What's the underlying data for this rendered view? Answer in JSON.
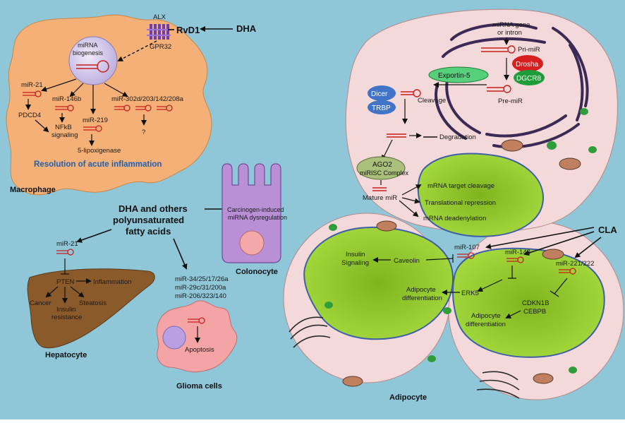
{
  "labels": {
    "alx": "ALX",
    "gpr32": "GPR32",
    "rvd1": "RvD1",
    "dha_top": "DHA",
    "mirna_biogenesis_1": "miRNA",
    "mirna_biogenesis_2": "biogenesis",
    "mir21_mac": "miR-21",
    "mir146b": "miR-146b",
    "mir219": "miR-219",
    "mir302": "miR-302d/203/142/208a",
    "pdcd4": "PDCD4",
    "nfkb_1": "NFkB",
    "nfkb_2": "signaling",
    "lipox": "5-lipoxigenase",
    "question": "?",
    "resolution": "Resolution of acute inflammation",
    "macrophage": "Macrophage",
    "dha_main_1": "DHA and others",
    "dha_main_2": "polyunsaturated",
    "dha_main_3": "fatty acids",
    "carcino_1": "Carcinogen-induced",
    "carcino_2": "miRNA dysregulation",
    "colonocyte": "Colonocyte",
    "mir21_hep": "miR-21",
    "pten": "PTEN",
    "inflammation": "Inflammation",
    "cancer": "Cancer",
    "steatosis": "Steatosis",
    "insulin_res_1": "Insulin",
    "insulin_res_2": "resistance",
    "hepatocyte": "Hepatocyte",
    "glioma_mir_1": "miR-34/25/17/26a",
    "glioma_mir_2": "miR-29c/31/200a",
    "glioma_mir_3": "miR-206/323/140",
    "apoptosis": "Apoptosis",
    "glioma": "Glioma cells",
    "mirna_gene_1": "miRNA gene",
    "mirna_gene_2": "or intron",
    "pri_mir": "Pri-miR",
    "drosha": "Drosha",
    "dgcr8": "DGCR8",
    "exportin": "Exportin-5",
    "pre_mir": "Pre-miR",
    "dicer": "Dicer",
    "trbp": "TRBP",
    "cleavage": "Cleavage",
    "degradation": "Degradation",
    "ago2": "AGO2",
    "mirisc": "miRISC Complex",
    "mature_mir": "Mature miR",
    "mrna_cleavage": "mRNA target cleavage",
    "trans_rep": "Translational repression",
    "mrna_dead": "mRNA deadenylation",
    "cla": "CLA",
    "mir107": "miR-107",
    "mir143": "miR-143",
    "mir221": "miR-221/222",
    "insulin_sig_1": "Insulin",
    "insulin_sig_2": "Signaling",
    "caveolin": "Caveolin",
    "erk5": "ERK5",
    "adipo_diff_a1": "Adipocyte",
    "adipo_diff_a2": "differentiation",
    "cdkn1b": "CDKN1B",
    "cebpb": "CEBPB",
    "adipo_diff_b1": "Adipocyte",
    "adipo_diff_b2": "differentiation",
    "adipocyte": "Adipocyte"
  },
  "colors": {
    "background": "#8fc6d8",
    "macrophage": "#f4b077",
    "resolution_text": "#1f5fb0",
    "liver": "#8b5a2b",
    "colonocyte": "#b98fd6",
    "glioma": "#f4a4a4",
    "cell_pink": "#f3d9d9",
    "nucleus_green": "#9cd43a",
    "drosha": "#d81f1f",
    "dgcr8": "#1f9d3a",
    "exportin": "#56d07a",
    "dicer": "#3f74c9",
    "ago2": "#a9c07a"
  }
}
